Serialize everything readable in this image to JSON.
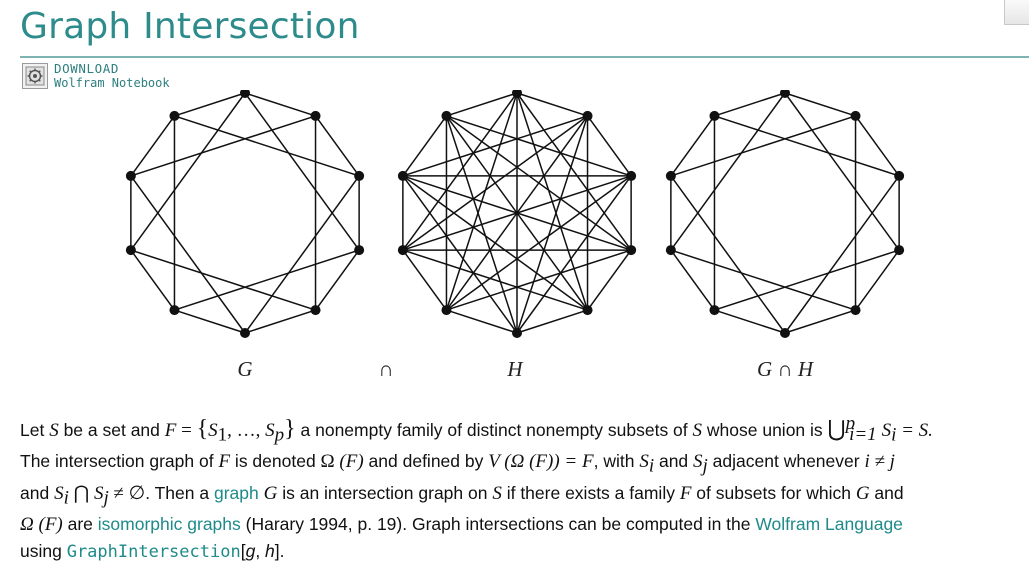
{
  "page": {
    "title": "Graph Intersection"
  },
  "download": {
    "line1": "DOWNLOAD",
    "line2": "Wolfram Notebook",
    "icon": "notebook-icon"
  },
  "graphs": {
    "vertex_count": 10,
    "labels": {
      "g": "G",
      "op": "∩",
      "h": "H",
      "gh": "G ∩ H"
    }
  },
  "text": {
    "s1_a": "Let ",
    "S": "S",
    "s1_b": " be a set and ",
    "F": "F",
    "eq": " = ",
    "set_open": "{",
    "S1": "S",
    "sub1": "1",
    "dots": ", …, ",
    "Sp": "S",
    "subp": "p",
    "set_close": "}",
    "s1_c": " a nonempty family of distinct nonempty subsets of ",
    "s1_d": " whose union is ",
    "union": "⋃",
    "union_sub": "i=1",
    "union_sup": "p",
    "Si": "S",
    "sub_i": "i",
    "eq_S": " = S.",
    "s2_a": "The intersection graph of ",
    "s2_b": " is denoted ",
    "omega": "Ω",
    "paren_F": " (F)",
    "s2_c": " and defined by ",
    "V": "V",
    "V_expr": " (Ω (F)) = F",
    "s2_d": ", with ",
    "s2_e": " and ",
    "Sj": "S",
    "sub_j": "j",
    "s2_f": " adjacent whenever ",
    "i_neq_j": "i ≠ j",
    "s3_a": "and ",
    "cap": " ⋂ ",
    "neq_empty": " ≠ ∅",
    "s3_b": ". Then a ",
    "link_graph": "graph",
    "G": "G",
    "s3_c": " is an intersection graph on ",
    "s3_d": " if there exists a family ",
    "s3_e": " of subsets for which ",
    "s3_f": " and",
    "omega_F": "Ω (F)",
    "s4_a": " are ",
    "link_iso": "isomorphic graphs",
    "s4_b": " (Harary 1994, p. 19). Graph intersections can be computed in the ",
    "link_wl": "Wolfram Language",
    "s5_a": "using ",
    "code_fn": "GraphIntersection",
    "code_args_open": "[",
    "arg_g": "g",
    "comma": ", ",
    "arg_h": "h",
    "code_args_close": "]."
  },
  "colors": {
    "title": "#2e8b8b",
    "link": "#1f8a8a",
    "graph": "#111111"
  }
}
